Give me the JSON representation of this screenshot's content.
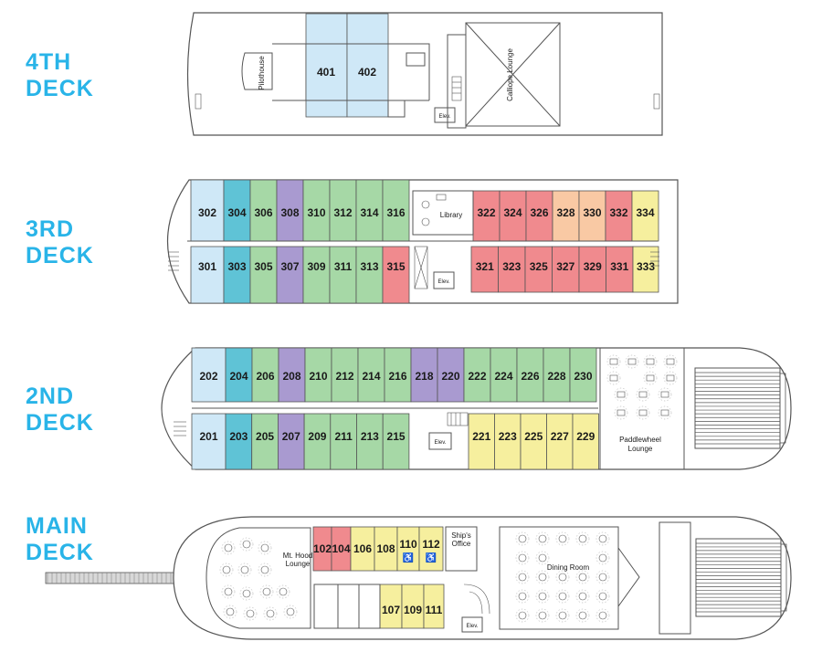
{
  "colors": {
    "label": "#29b4e8",
    "light_blue": "#cfe8f7",
    "teal": "#5fc3d6",
    "green": "#a6d8a6",
    "purple": "#a99ad0",
    "red": "#f08a8e",
    "yellow": "#f6ef9e",
    "peach": "#f9c9a4",
    "outline": "#555555"
  },
  "decks": [
    {
      "id": "deck-4",
      "label_lines": [
        "4TH",
        "DECK"
      ],
      "cabins": [
        {
          "number": "401",
          "color": "light_blue"
        },
        {
          "number": "402",
          "color": "light_blue"
        }
      ],
      "spaces": [
        "Pilothouse",
        "Calliope Lounge",
        "Elev."
      ]
    },
    {
      "id": "deck-3",
      "label_lines": [
        "3RD",
        "DECK"
      ],
      "cabins_top": [
        {
          "number": "302",
          "color": "light_blue"
        },
        {
          "number": "304",
          "color": "teal"
        },
        {
          "number": "306",
          "color": "green"
        },
        {
          "number": "308",
          "color": "purple"
        },
        {
          "number": "310",
          "color": "green"
        },
        {
          "number": "312",
          "color": "green"
        },
        {
          "number": "314",
          "color": "green"
        },
        {
          "number": "316",
          "color": "green"
        },
        {
          "number": "322",
          "color": "red"
        },
        {
          "number": "324",
          "color": "red"
        },
        {
          "number": "326",
          "color": "red"
        },
        {
          "number": "328",
          "color": "peach"
        },
        {
          "number": "330",
          "color": "peach"
        },
        {
          "number": "332",
          "color": "red"
        },
        {
          "number": "334",
          "color": "yellow"
        }
      ],
      "cabins_bottom": [
        {
          "number": "301",
          "color": "light_blue"
        },
        {
          "number": "303",
          "color": "teal"
        },
        {
          "number": "305",
          "color": "green"
        },
        {
          "number": "307",
          "color": "purple"
        },
        {
          "number": "309",
          "color": "green"
        },
        {
          "number": "311",
          "color": "green"
        },
        {
          "number": "313",
          "color": "green"
        },
        {
          "number": "315",
          "color": "red"
        },
        {
          "number": "321",
          "color": "red"
        },
        {
          "number": "323",
          "color": "red"
        },
        {
          "number": "325",
          "color": "red"
        },
        {
          "number": "327",
          "color": "red"
        },
        {
          "number": "329",
          "color": "red"
        },
        {
          "number": "331",
          "color": "red"
        },
        {
          "number": "333",
          "color": "yellow"
        }
      ],
      "spaces": [
        "Library",
        "Elev."
      ]
    },
    {
      "id": "deck-2",
      "label_lines": [
        "2ND",
        "DECK"
      ],
      "cabins_top": [
        {
          "number": "202",
          "color": "light_blue"
        },
        {
          "number": "204",
          "color": "teal"
        },
        {
          "number": "206",
          "color": "green"
        },
        {
          "number": "208",
          "color": "purple"
        },
        {
          "number": "210",
          "color": "green"
        },
        {
          "number": "212",
          "color": "green"
        },
        {
          "number": "214",
          "color": "green"
        },
        {
          "number": "216",
          "color": "green"
        },
        {
          "number": "218",
          "color": "purple"
        },
        {
          "number": "220",
          "color": "purple"
        },
        {
          "number": "222",
          "color": "green"
        },
        {
          "number": "224",
          "color": "green"
        },
        {
          "number": "226",
          "color": "green"
        },
        {
          "number": "228",
          "color": "green"
        },
        {
          "number": "230",
          "color": "green"
        }
      ],
      "cabins_bottom": [
        {
          "number": "201",
          "color": "light_blue"
        },
        {
          "number": "203",
          "color": "teal"
        },
        {
          "number": "205",
          "color": "green"
        },
        {
          "number": "207",
          "color": "purple"
        },
        {
          "number": "209",
          "color": "green"
        },
        {
          "number": "211",
          "color": "green"
        },
        {
          "number": "213",
          "color": "green"
        },
        {
          "number": "215",
          "color": "green"
        },
        {
          "number": "221",
          "color": "yellow"
        },
        {
          "number": "223",
          "color": "yellow"
        },
        {
          "number": "225",
          "color": "yellow"
        },
        {
          "number": "227",
          "color": "yellow"
        },
        {
          "number": "229",
          "color": "yellow"
        }
      ],
      "spaces": [
        "Paddlewheel",
        "Lounge",
        "Elev."
      ]
    },
    {
      "id": "deck-main",
      "label_lines": [
        "MAIN",
        "DECK"
      ],
      "cabins_top": [
        {
          "number": "102",
          "color": "red"
        },
        {
          "number": "104",
          "color": "red"
        },
        {
          "number": "106",
          "color": "yellow"
        },
        {
          "number": "108",
          "color": "yellow"
        },
        {
          "number": "110",
          "color": "yellow",
          "accessible": true
        },
        {
          "number": "112",
          "color": "yellow",
          "accessible": true
        }
      ],
      "cabins_bottom": [
        {
          "number": "107",
          "color": "yellow"
        },
        {
          "number": "109",
          "color": "yellow"
        },
        {
          "number": "111",
          "color": "yellow"
        }
      ],
      "spaces": [
        "Mt. Hood",
        "Lounge",
        "Ship's",
        "Office",
        "Dining Room",
        "Elev."
      ],
      "accessible_symbol": "♿"
    }
  ]
}
